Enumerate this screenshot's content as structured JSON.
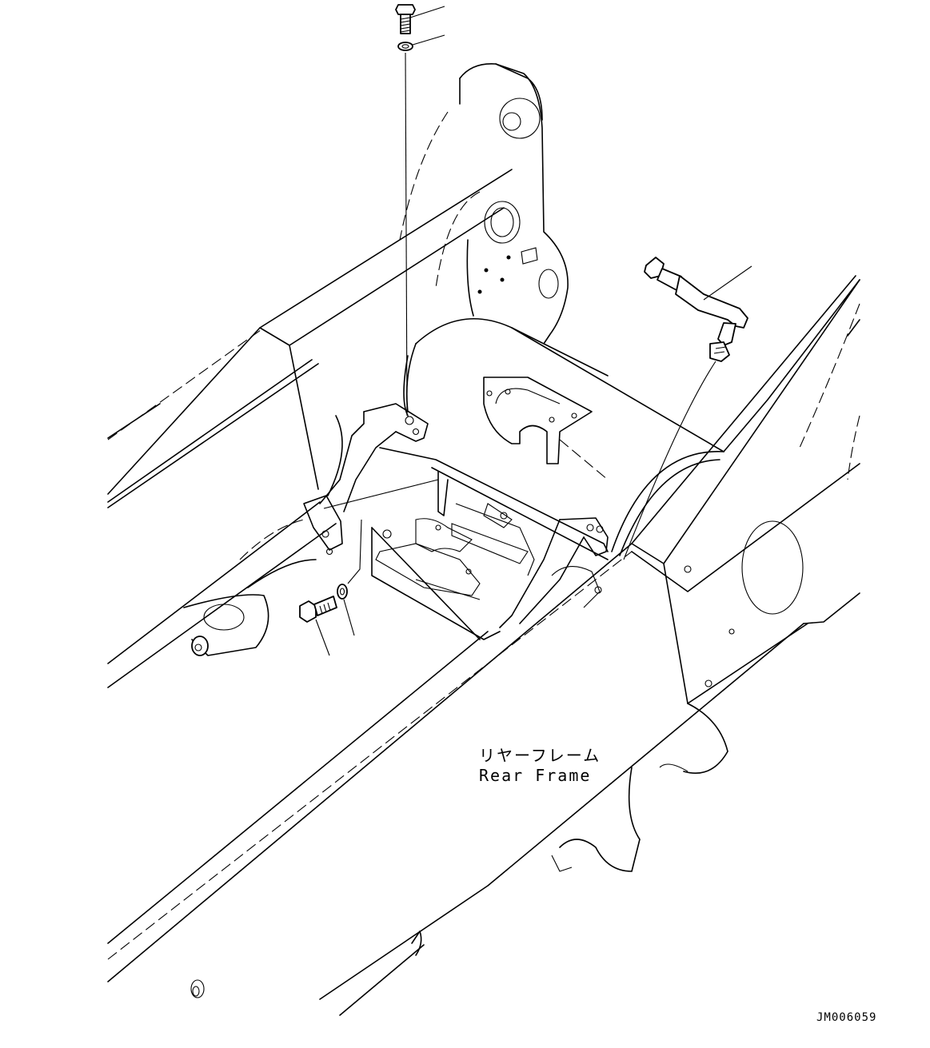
{
  "labels": {
    "part_name_jp": "リヤーフレーム",
    "part_name_en": "Rear Frame",
    "drawing_number": "JM006059"
  },
  "colors": {
    "line": "#000000",
    "background": "#ffffff"
  },
  "icons": {
    "bolt": "hex-bolt-icon",
    "washer": "washer-icon",
    "hose": "hose-icon"
  }
}
